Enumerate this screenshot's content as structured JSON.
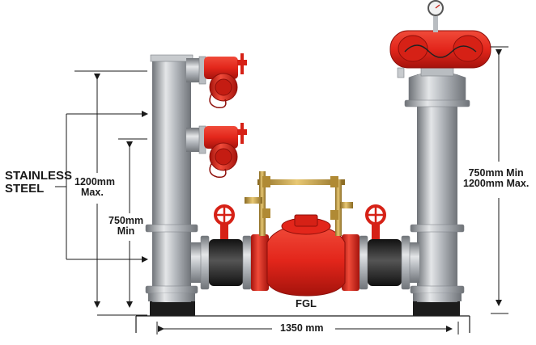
{
  "labels": {
    "material_line1": "STAINLESS",
    "material_line2": "STEEL",
    "left_max_line1": "1200mm",
    "left_max_line2": "Max.",
    "left_min_line1": "750mm",
    "left_min_line2": "Min",
    "right_line1": "750mm Min",
    "right_line2": "1200mm Max.",
    "width": "1350 mm",
    "ground": "FGL"
  },
  "colors": {
    "pipe": "#a9adb2",
    "pipe_highlight": "#e4e6e8",
    "pipe_shadow": "#6f7378",
    "valve_red": "#e3261b",
    "valve_dark_red": "#a5130c",
    "brass": "#c9a24a",
    "rubber": "#222222",
    "line": "#1a1a1a"
  },
  "icons": {
    "gauge": "pressure-gauge-icon",
    "valve_wheel": "handwheel-icon",
    "inlet": "landing-valve-icon"
  }
}
